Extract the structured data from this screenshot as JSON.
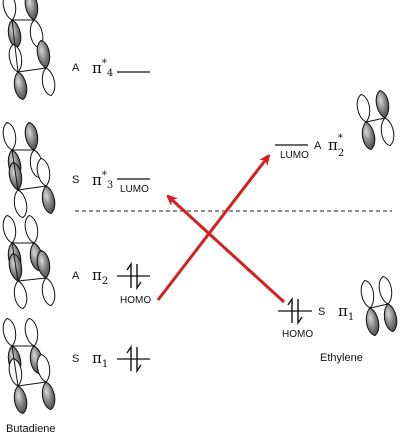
{
  "butadiene": {
    "label": "Butadiene",
    "orbitals": [
      {
        "sym": "A",
        "name": "π",
        "sup": "*",
        "sub": "4",
        "tag": ""
      },
      {
        "sym": "S",
        "name": "π",
        "sup": "*",
        "sub": "3",
        "tag": "LUMO"
      },
      {
        "sym": "A",
        "name": "π",
        "sup": "",
        "sub": "2",
        "tag": "HOMO"
      },
      {
        "sym": "S",
        "name": "π",
        "sup": "",
        "sub": "1",
        "tag": ""
      }
    ]
  },
  "ethylene": {
    "label": "Ethylene",
    "orbitals": [
      {
        "sym": "A",
        "name": "π",
        "sup": "*",
        "sub": "2",
        "tag": "LUMO"
      },
      {
        "sym": "S",
        "name": "π",
        "sup": "",
        "sub": "1",
        "tag": "HOMO"
      }
    ]
  },
  "colors": {
    "arrow": "#d42020",
    "lobe_dark": "#6e6e6e",
    "lobe_light": "#ffffff",
    "line": "#111111"
  }
}
